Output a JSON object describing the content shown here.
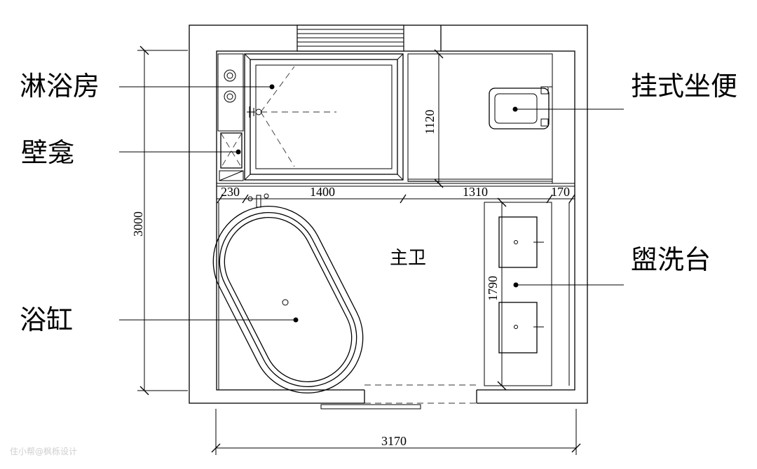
{
  "labels": {
    "shower": "淋浴房",
    "niche": "壁龛",
    "bathtub": "浴缸",
    "toilet": "挂式坐便",
    "vanity": "盥洗台",
    "room": "主卫"
  },
  "dimensions": {
    "overall_height": "3000",
    "overall_width": "3170",
    "shower_depth": "1120",
    "vanity_length": "1790",
    "seg_230": "230",
    "seg_1400": "1400",
    "seg_1310": "1310",
    "seg_170": "170"
  },
  "watermark": "住小帮@枫栎设计"
}
